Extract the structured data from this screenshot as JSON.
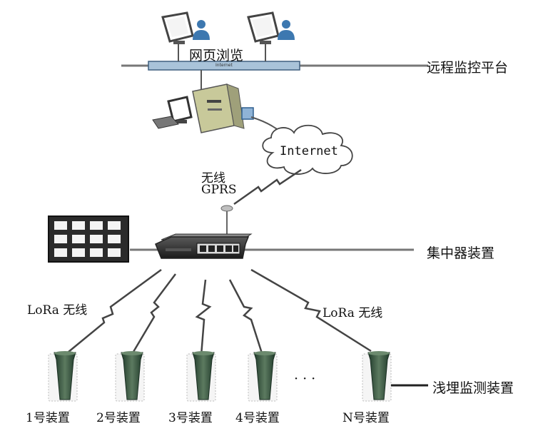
{
  "platform": {
    "label": "远程监控平台",
    "web_browse": "网页浏览",
    "bar_text": "Internet"
  },
  "cloud": {
    "label": "Internet"
  },
  "link_gprs": {
    "line1": "无线",
    "line2": "GPRS"
  },
  "concentrator": {
    "label": "集中器装置"
  },
  "lora": {
    "left": "LoRa 无线",
    "right": "LoRa 无线"
  },
  "monitor": {
    "label": "浅埋监测装置"
  },
  "devices": [
    "1号装置",
    "2号装置",
    "3号装置",
    "4号装置",
    "N号装置"
  ],
  "ellipsis": "· · ·",
  "colors": {
    "bar": "#a9c3d9",
    "bar_stroke": "#3f5f7f",
    "device": "#33513f",
    "server": "#c8c99a",
    "line": "#555555"
  }
}
